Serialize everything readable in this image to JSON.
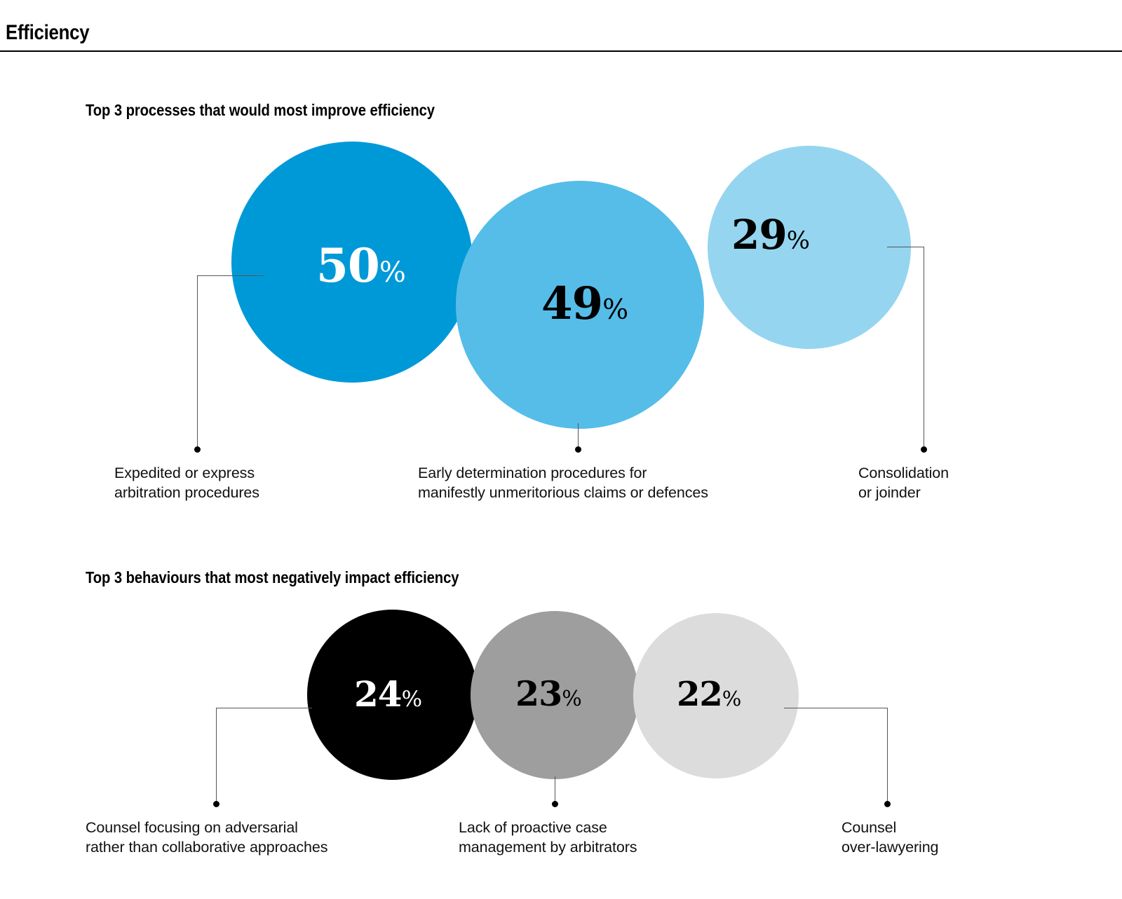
{
  "page": {
    "title": "Efficiency"
  },
  "sections": [
    {
      "heading": "Top 3 processes that would most improve efficiency",
      "items": [
        {
          "value": "50",
          "percent_symbol": "%",
          "label": "Expedited or express\narbitration procedures",
          "color": "#0099D8",
          "text_color": "#FFFFFF"
        },
        {
          "value": "49",
          "percent_symbol": "%",
          "label": "Early determination procedures for\nmanifestly unmeritorious claims or defences",
          "color": "#55BDE8",
          "text_color": "#000000"
        },
        {
          "value": "29",
          "percent_symbol": "%",
          "label": "Consolidation\nor joinder",
          "color": "#95D5F0",
          "text_color": "#000000"
        }
      ]
    },
    {
      "heading": "Top 3 behaviours that most negatively impact efficiency",
      "items": [
        {
          "value": "24",
          "percent_symbol": "%",
          "label": "Counsel focusing on adversarial\nrather than collaborative approaches",
          "color": "#000000",
          "text_color": "#FFFFFF"
        },
        {
          "value": "23",
          "percent_symbol": "%",
          "label": "Lack of proactive case\nmanagement by arbitrators",
          "color": "#9E9E9E",
          "text_color": "#000000"
        },
        {
          "value": "22",
          "percent_symbol": "%",
          "label": "Counsel\nover-lawyering",
          "color": "#DCDCDC",
          "text_color": "#000000"
        }
      ]
    }
  ],
  "chart_data": {
    "type": "bubble",
    "title": "Efficiency",
    "charts": [
      {
        "title": "Top 3 processes that would most improve efficiency",
        "categories": [
          "Expedited or express arbitration procedures",
          "Early determination procedures for manifestly unmeritorious claims or defences",
          "Consolidation or joinder"
        ],
        "values": [
          50,
          49,
          29
        ],
        "unit": "%",
        "colors": [
          "#0099D8",
          "#55BDE8",
          "#95D5F0"
        ]
      },
      {
        "title": "Top 3 behaviours that most negatively impact efficiency",
        "categories": [
          "Counsel focusing on adversarial rather than collaborative approaches",
          "Lack of proactive case management by arbitrators",
          "Counsel over-lawyering"
        ],
        "values": [
          24,
          23,
          22
        ],
        "unit": "%",
        "colors": [
          "#000000",
          "#9E9E9E",
          "#DCDCDC"
        ]
      }
    ],
    "xlabel": "",
    "ylabel": "",
    "legend": "none",
    "grid": false
  }
}
